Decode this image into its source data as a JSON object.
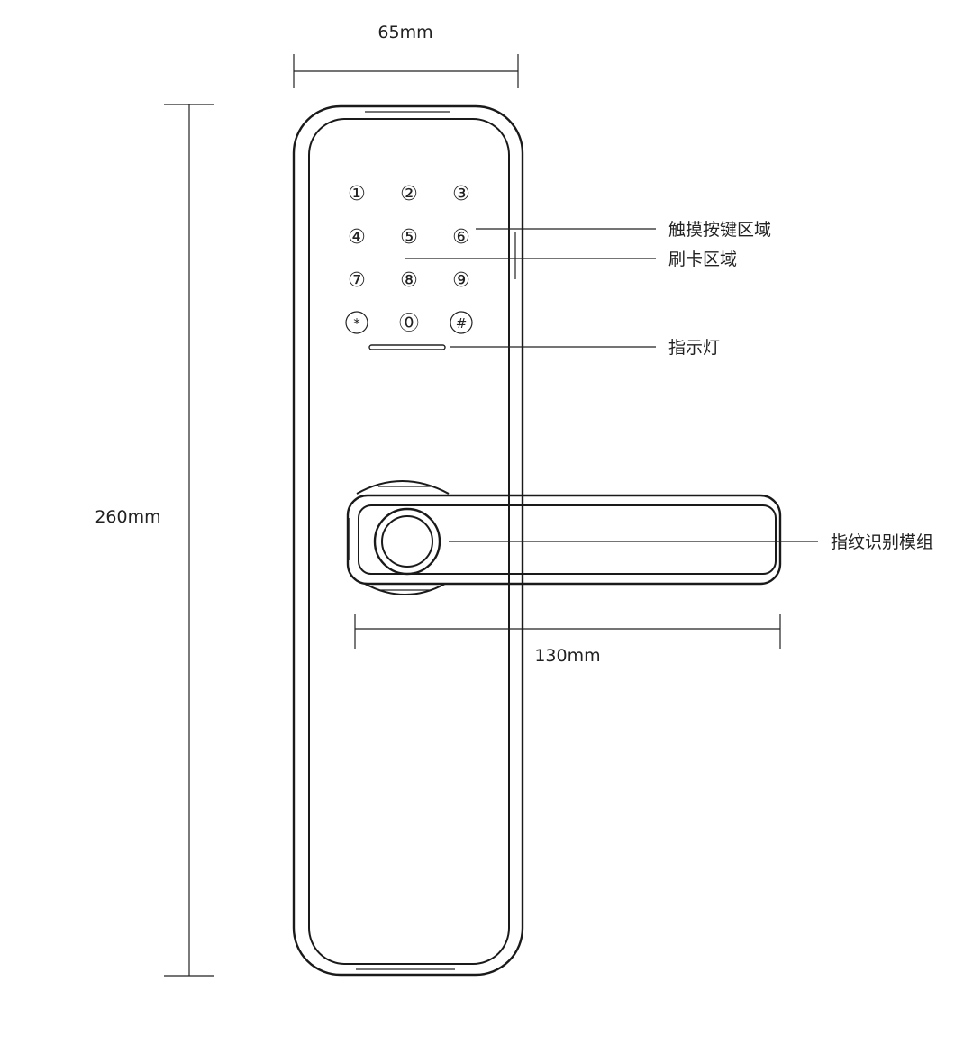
{
  "dimensions": {
    "width_label": "65mm",
    "height_label": "260mm",
    "handle_length_label": "130mm"
  },
  "keypad": {
    "keys": [
      "①",
      "②",
      "③",
      "④",
      "⑤",
      "⑥",
      "⑦",
      "⑧",
      "⑨",
      "*",
      "⓪",
      "#"
    ]
  },
  "callouts": {
    "touch_keys": "触摸按键区域",
    "card_area": "刷卡区域",
    "indicator": "指示灯",
    "fingerprint": "指纹识别模组"
  }
}
